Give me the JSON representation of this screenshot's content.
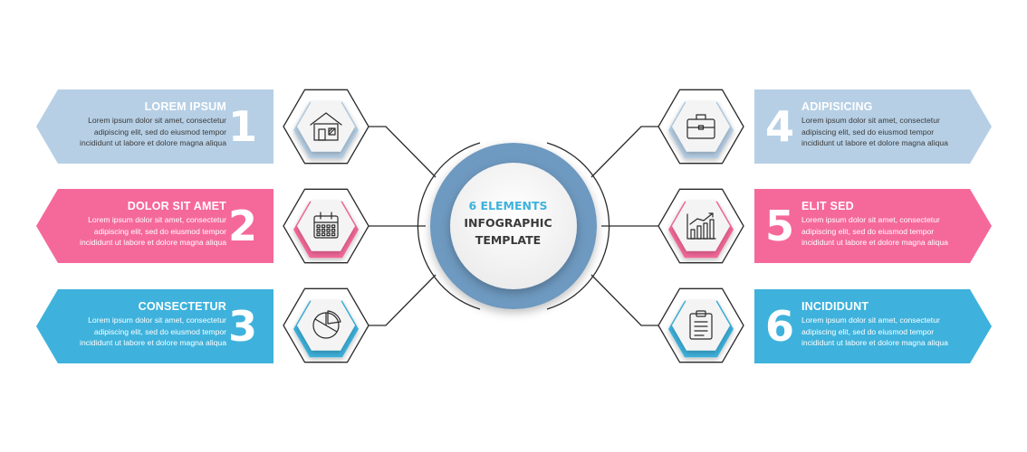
{
  "center": {
    "line1": "6 ELEMENTS",
    "line2": "INFOGRAPHIC",
    "line3": "TEMPLATE"
  },
  "colors": {
    "light_blue": "#b6cfe5",
    "pink": "#f5699a",
    "cyan": "#3eb2dc",
    "ring": "#6e99c0",
    "line": "#2a2a2a"
  },
  "items": [
    {
      "number": "1",
      "title": "LOREM IPSUM",
      "lines": [
        "Lorem ipsum dolor sit amet, consectetur",
        "adipiscing elit, sed do eiusmod tempor",
        "incididunt ut labore et dolore magna aliqua"
      ],
      "icon": "house-icon",
      "color": "light_blue"
    },
    {
      "number": "2",
      "title": "DOLOR SIT AMET",
      "lines": [
        "Lorem ipsum dolor sit amet, consectetur",
        "adipiscing elit, sed do eiusmod tempor",
        "incididunt ut labore et dolore magna aliqua"
      ],
      "icon": "calendar-icon",
      "color": "pink"
    },
    {
      "number": "3",
      "title": "CONSECTETUR",
      "lines": [
        "Lorem ipsum dolor sit amet, consectetur",
        "adipiscing elit, sed do eiusmod tempor",
        "incididunt ut labore et dolore magna aliqua"
      ],
      "icon": "pie-chart-icon",
      "color": "cyan"
    },
    {
      "number": "4",
      "title": "ADIPISICING",
      "lines": [
        "Lorem ipsum dolor sit amet, consectetur",
        "adipiscing elit, sed do eiusmod tempor",
        "incididunt ut labore et dolore magna aliqua"
      ],
      "icon": "briefcase-icon",
      "color": "light_blue"
    },
    {
      "number": "5",
      "title": "ELIT SED",
      "lines": [
        "Lorem ipsum dolor sit amet, consectetur",
        "adipiscing elit, sed do eiusmod tempor",
        "incididunt ut labore et dolore magna aliqua"
      ],
      "icon": "bar-chart-icon",
      "color": "pink"
    },
    {
      "number": "6",
      "title": "INCIDIDUNT",
      "lines": [
        "Lorem ipsum dolor sit amet, consectetur",
        "adipiscing elit, sed do eiusmod tempor",
        "incididunt ut labore et dolore magna aliqua"
      ],
      "icon": "clipboard-icon",
      "color": "cyan"
    }
  ]
}
